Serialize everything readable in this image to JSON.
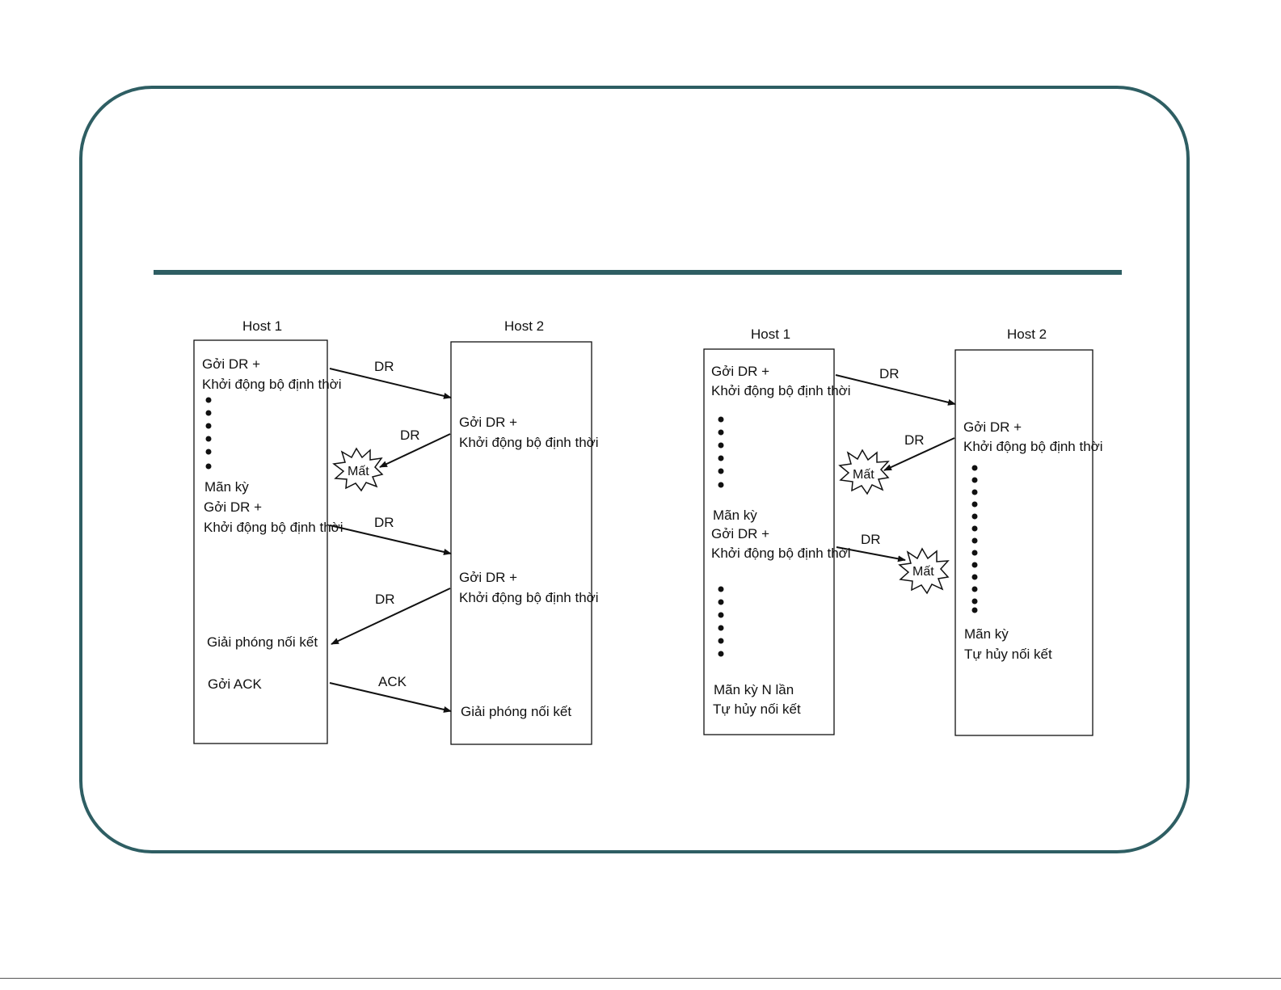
{
  "left_diagram": {
    "host1_label": "Host 1",
    "host2_label": "Host 2",
    "host1": {
      "send1_line1": "Gởi DR +",
      "send1_line2": "Khởi động bộ định thời",
      "timeout": "Mãn kỳ",
      "send2_line1": "Gởi DR +",
      "send2_line2": "Khởi động bộ định thời",
      "release": "Giải phóng nối kết",
      "send_ack": "Gởi ACK"
    },
    "host2": {
      "send1_line1": "Gởi DR +",
      "send1_line2": "Khởi động bộ định thời",
      "send2_line1": "Gởi DR +",
      "send2_line2": "Khởi động bộ định thời",
      "release": "Giải phóng nối kết"
    },
    "arrows": {
      "dr1": "DR",
      "dr2": "DR",
      "dr3": "DR",
      "dr4": "DR",
      "ack": "ACK"
    },
    "lost_label": "Mất"
  },
  "right_diagram": {
    "host1_label": "Host 1",
    "host2_label": "Host 2",
    "host1": {
      "send1_line1": "Gởi DR +",
      "send1_line2": "Khởi động bộ định thời",
      "timeout": "Mãn kỳ",
      "send2_line1": "Gởi DR +",
      "send2_line2": "Khởi động bộ định thời",
      "timeout_n": "Mãn kỳ N lần",
      "self_destroy": "Tự hủy nối kết"
    },
    "host2": {
      "send1_line1": "Gởi DR +",
      "send1_line2": "Khởi động bộ định thời",
      "timeout": "Mãn kỳ",
      "self_destroy": "Tự hủy nối kết"
    },
    "arrows": {
      "dr1": "DR",
      "dr2": "DR",
      "dr3": "DR"
    },
    "lost_label_1": "Mất",
    "lost_label_2": "Mất"
  },
  "colors": {
    "frame": "#2e5e63",
    "ink": "#111111"
  }
}
